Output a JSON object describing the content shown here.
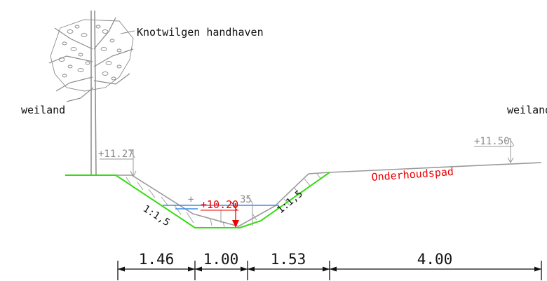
{
  "labels": {
    "tree_note": "Knotwilgen handhaven",
    "left_field": "weiland",
    "right_field": "weiland",
    "maintenance_path": "Onderhoudspad"
  },
  "levels": {
    "left_bank": "+11.27",
    "right_bank": "+11.50",
    "water": "+10.20",
    "bottom_partial": "35"
  },
  "slopes": {
    "left": "1:1,5",
    "right": "1:1,5"
  },
  "dimensions": [
    "1.46",
    "1.00",
    "1.53",
    "4.00"
  ],
  "colors": {
    "profile_new": "#33dd11",
    "profile_existing": "#9a9a9a",
    "water": "#3a8ee8",
    "annotation": "#ee0000",
    "ink": "#111111"
  }
}
